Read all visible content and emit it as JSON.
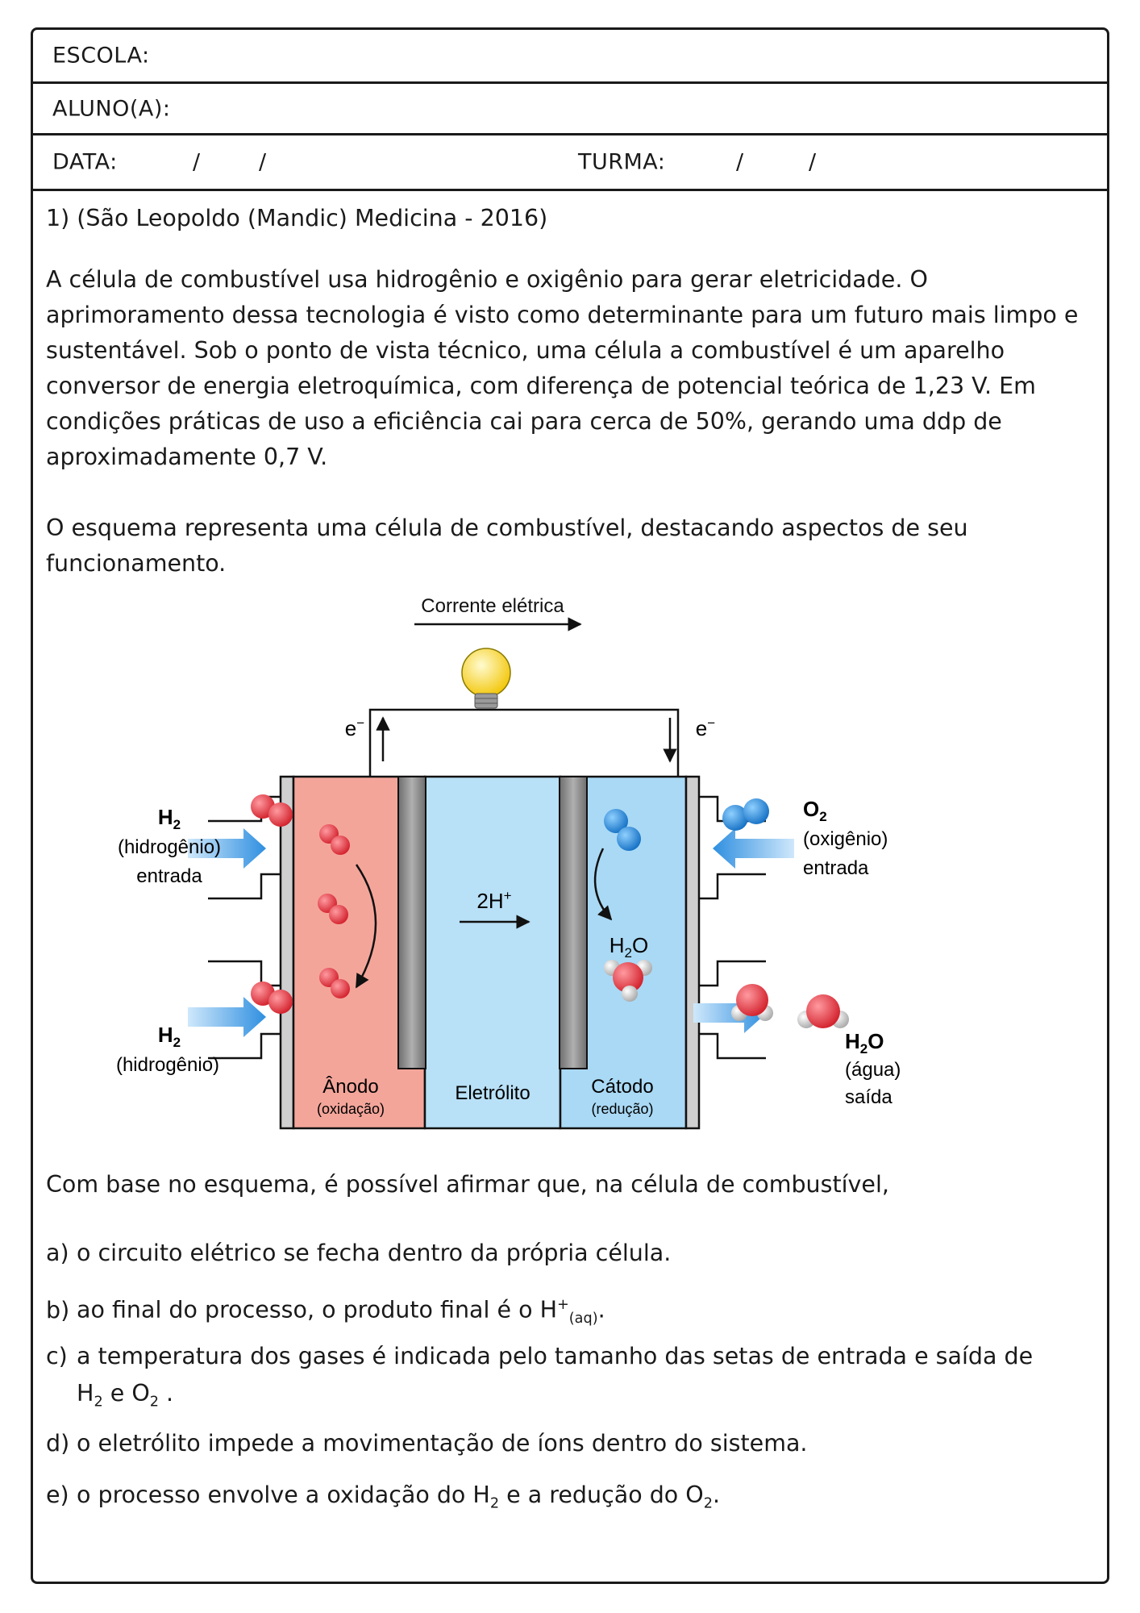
{
  "header": {
    "school_label": "ESCOLA:",
    "student_label": "ALUNO(A):",
    "date_label": "DATA:",
    "date_sep1": "/",
    "date_sep2": "/",
    "class_label": "TURMA:",
    "class_sep1": "/",
    "class_sep2": "/"
  },
  "question": {
    "title": "1) (São Leopoldo (Mandic) Medicina - 2016)",
    "paragraph1": "A célula de combustível usa hidrogênio e oxigênio para gerar eletricidade. O aprimoramento dessa tecnologia é visto como determinante para um futuro mais limpo e sustentável. Sob o ponto de vista técnico, uma célula a combustível é um aparelho conversor de energia eletroquímica, com diferença de potencial teórica de 1,23 V. Em condições práticas de uso a eficiência cai para cerca de 50%, gerando uma ddp de aproximadamente 0,7 V.",
    "paragraph2": "O esquema representa uma célula de combustível, destacando aspectos de seu funcionamento.",
    "stem": "Com base no esquema, é possível afirmar que, na célula de combustível,"
  },
  "diagram": {
    "current_label": "Corrente elétrica",
    "electron": "e",
    "electron_charge": "−",
    "h2_main": "H",
    "h2_sub": "2",
    "h2_name": "(hidrogênio)",
    "h2_entry": "entrada",
    "o2_main": "O",
    "o2_sub": "2",
    "o2_name": "(oxigênio)",
    "o2_entry": "entrada",
    "proton_label": "2H",
    "proton_charge": "+",
    "h2o_main_a": "H",
    "h2o_sub": "2",
    "h2o_main_b": "O",
    "water_name": "(água)",
    "water_exit": "saída",
    "anode": "Ânodo",
    "anode_sub": "(oxidação)",
    "electrolyte": "Eletrólito",
    "cathode": "Cátodo",
    "cathode_sub": "(redução)",
    "colors": {
      "anode_fill": "#f4a59a",
      "electrolyte_fill": "#b8e0f6",
      "cathode_fill": "#a9d9f5",
      "electrode_fill": "#8a8a8a",
      "hydrogen_red": "#e0303a",
      "oxygen_blue": "#1e88d8",
      "arrow_blue": "#3d9be0",
      "bulb_yellow": "#ffe84a"
    }
  },
  "options": {
    "a": {
      "letter": "a)",
      "text": "o circuito elétrico se fecha dentro da própria célula."
    },
    "b": {
      "letter": "b)",
      "text_before": "ao final do processo, o produto final é o H",
      "sup": "+",
      "sub": "(aq)",
      "text_after": "."
    },
    "c": {
      "letter": "c)",
      "text": "a temperatura dos gases é indicada pelo tamanho das setas de entrada e saída de",
      "line2_a": "H",
      "line2_sub1": "2",
      "line2_mid": " e O",
      "line2_sub2": "2",
      "line2_end": " ."
    },
    "d": {
      "letter": "d)",
      "text": "o eletrólito impede a movimentação de íons dentro do sistema."
    },
    "e": {
      "letter": "e)",
      "text_before": "o processo envolve a oxidação do H",
      "sub1": "2",
      "text_mid": " e a redução do O",
      "sub2": "2",
      "text_after": "."
    }
  }
}
